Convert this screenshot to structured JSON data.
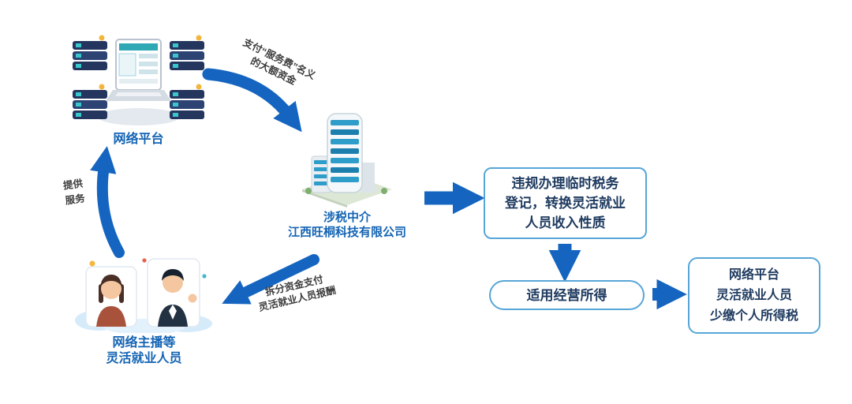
{
  "nodes": {
    "platform": {
      "label": "网络平台"
    },
    "intermediary": {
      "name": "涉税中介",
      "company": "江西旺桐科技有限公司"
    },
    "workers": {
      "line1": "网络主播等",
      "line2": "灵活就业人员"
    }
  },
  "boxes": {
    "violation": {
      "line1": "违规办理临时税务",
      "line2": "登记，转换灵活就业",
      "line3": "人员收入性质"
    },
    "income": {
      "label": "适用经营所得"
    },
    "result": {
      "line1": "网络平台",
      "line2": "灵活就业人员",
      "line3": "少缴个人所得税"
    }
  },
  "edges": {
    "pay": {
      "line1": "支付“服务费”名义",
      "line2": "的大额资金"
    },
    "provide": {
      "line1": "提供",
      "line2": "服务"
    },
    "split": {
      "line1": "拆分资金支付",
      "line2": "灵活就业人员报酬"
    }
  },
  "icons": {
    "platform": "network-platform-icon",
    "intermediary": "office-building-icon",
    "workers": "streamers-video-call-icon",
    "arrows": "flow-arrow"
  },
  "colors": {
    "arrow": "#1565c0",
    "node_label": "#1464b4",
    "box_border": "#57a6d8",
    "box_text": "#1e3a5f",
    "edge_label": "#3d3d3d"
  }
}
